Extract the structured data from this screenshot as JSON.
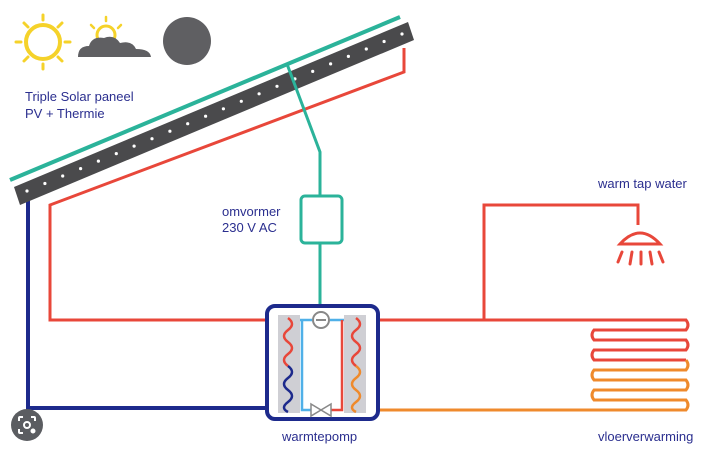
{
  "labels": {
    "panel_line1": "Triple Solar paneel",
    "panel_line2": "PV + Thermie",
    "inverter_line1": "omvormer",
    "inverter_line2": "230 V AC",
    "tap_water": "warm tap water",
    "heat_pump": "warmtepomp",
    "floor_heating": "vloerverwarming"
  },
  "colors": {
    "hot": "#e8473a",
    "cold": "#1d2a8c",
    "electric": "#2bb39a",
    "warm_floor": "#ef8a2c",
    "sun": "#f5d22a",
    "panel": "#4a4a4c",
    "label": "#2b2f8f"
  },
  "icons": {
    "weather": [
      "sun-icon",
      "partly-cloudy-icon",
      "overcast-icon"
    ],
    "shower": "shower-head-icon",
    "lens": "google-lens-icon"
  }
}
